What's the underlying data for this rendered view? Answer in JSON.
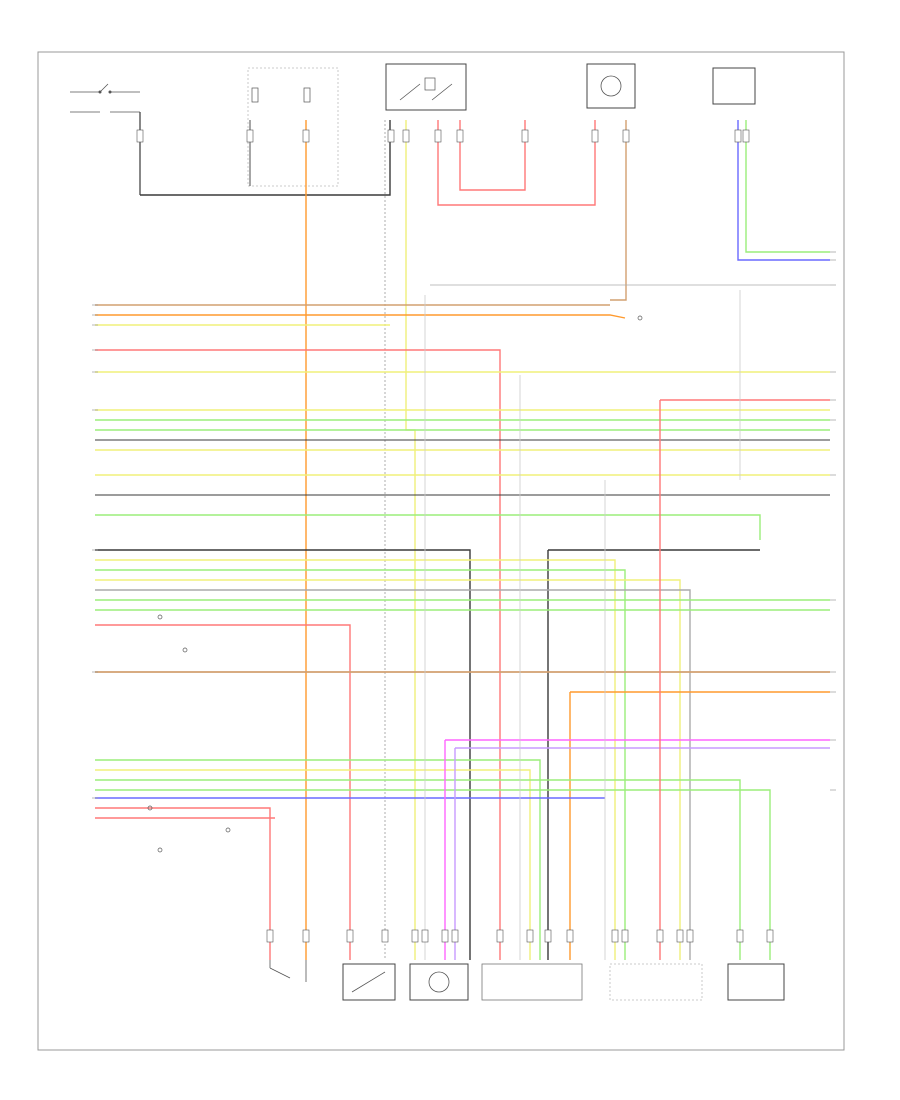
{
  "diagram": {
    "page_label": "",
    "components": [
      {
        "id": "ignition-switch",
        "label": ""
      },
      {
        "id": "fuse-panel",
        "label": ""
      },
      {
        "id": "relay-top",
        "label": ""
      },
      {
        "id": "sensor-top-1",
        "label": ""
      },
      {
        "id": "sensor-top-2",
        "label": ""
      },
      {
        "id": "brake-switch",
        "label": ""
      },
      {
        "id": "clutch-switch",
        "label": ""
      },
      {
        "id": "throttle-motor",
        "label": ""
      },
      {
        "id": "throttle-sensor",
        "label": ""
      },
      {
        "id": "throttle-position",
        "label": ""
      },
      {
        "id": "pedal-sensor",
        "label": ""
      }
    ],
    "ecm_label": "",
    "wire_colors": {
      "black": "#3a3a3a",
      "orange": "#ff9a2e",
      "yellow": "#f0f07a",
      "red": "#ff7878",
      "green": "#9bee7a",
      "blue": "#6a6aff",
      "brown": "#d2a070",
      "magenta": "#ff66ff",
      "gray": "#aaaaaa",
      "violet": "#c89bff"
    }
  }
}
